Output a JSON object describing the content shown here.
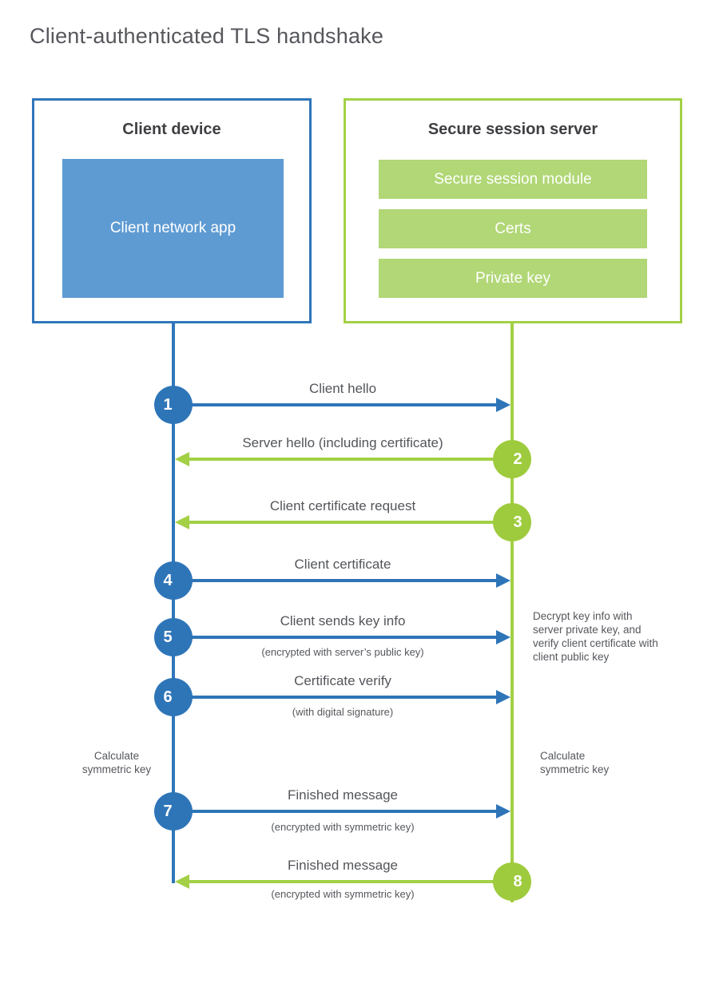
{
  "title": "Client-authenticated TLS handshake",
  "colors": {
    "blue": "#2e75b8",
    "blue_fill": "#5f9bd3",
    "green": "#a3d045",
    "green_fill": "#b1d776",
    "text": "#53555a"
  },
  "client": {
    "title": "Client device",
    "module": "Client network app"
  },
  "server": {
    "title": "Secure session server",
    "modules": [
      {
        "label": "Secure session module"
      },
      {
        "label": "Certs"
      },
      {
        "label": "Private key"
      }
    ]
  },
  "steps": [
    {
      "num": "1",
      "from": "client",
      "direction": "right",
      "label": "Client hello",
      "sub": ""
    },
    {
      "num": "2",
      "from": "server",
      "direction": "left",
      "label": "Server hello (including certificate)",
      "sub": ""
    },
    {
      "num": "3",
      "from": "server",
      "direction": "left",
      "label": "Client certificate request",
      "sub": ""
    },
    {
      "num": "4",
      "from": "client",
      "direction": "right",
      "label": "Client certificate",
      "sub": ""
    },
    {
      "num": "5",
      "from": "client",
      "direction": "right",
      "label": "Client sends key info",
      "sub": "(encrypted with server’s public key)"
    },
    {
      "num": "6",
      "from": "client",
      "direction": "right",
      "label": "Certificate verify",
      "sub": "(with digital signature)"
    },
    {
      "num": "7",
      "from": "client",
      "direction": "right",
      "label": "Finished message",
      "sub": "(encrypted with symmetric key)"
    },
    {
      "num": "8",
      "from": "server",
      "direction": "left",
      "label": "Finished message",
      "sub": "(encrypted with symmetric key)"
    }
  ],
  "annotations": {
    "decrypt_note": "Decrypt key info with server private key, and verify client certificate with client public key",
    "calc_left": "Calculate symmetric key",
    "calc_right": "Calculate symmetric key"
  }
}
